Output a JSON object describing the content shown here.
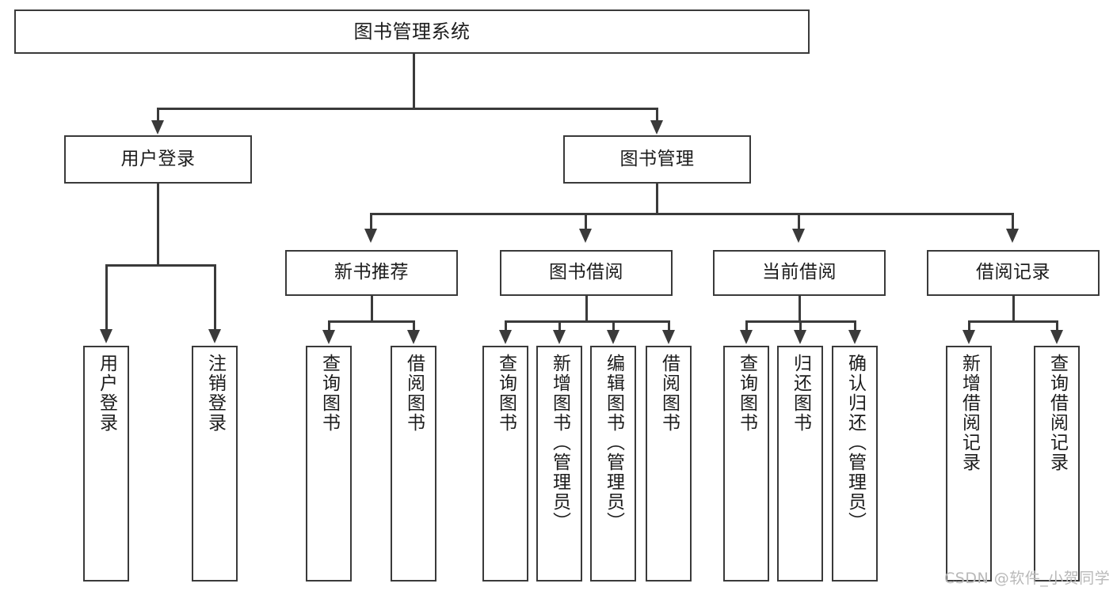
{
  "diagram": {
    "title": "图书管理系统",
    "watermark": "CSDN @软件_小贺同学",
    "colors": {
      "stroke": "#3a3a3a",
      "text": "#1c1c1c",
      "background": "#ffffff",
      "watermark": "#b9b9b9"
    },
    "tier1": {
      "root": "图书管理系统"
    },
    "tier2": [
      {
        "label": "用户登录"
      },
      {
        "label": "图书管理"
      }
    ],
    "tier3": [
      {
        "label": "新书推荐"
      },
      {
        "label": "图书借阅"
      },
      {
        "label": "当前借阅"
      },
      {
        "label": "借阅记录"
      }
    ],
    "leaves": {
      "user_login": [
        {
          "label": "用户登录"
        },
        {
          "label": "注销登录"
        }
      ],
      "new_book_recommend": [
        {
          "label": "查询图书"
        },
        {
          "label": "借阅图书"
        }
      ],
      "book_borrow": [
        {
          "label": "查询图书"
        },
        {
          "label": "新增图书（管理员）"
        },
        {
          "label": "编辑图书（管理员）"
        },
        {
          "label": "借阅图书"
        }
      ],
      "current_borrow": [
        {
          "label": "查询图书"
        },
        {
          "label": "归还图书"
        },
        {
          "label": "确认归还（管理员）"
        }
      ],
      "borrow_record": [
        {
          "label": "新增借阅记录"
        },
        {
          "label": "查询借阅记录"
        }
      ]
    }
  }
}
